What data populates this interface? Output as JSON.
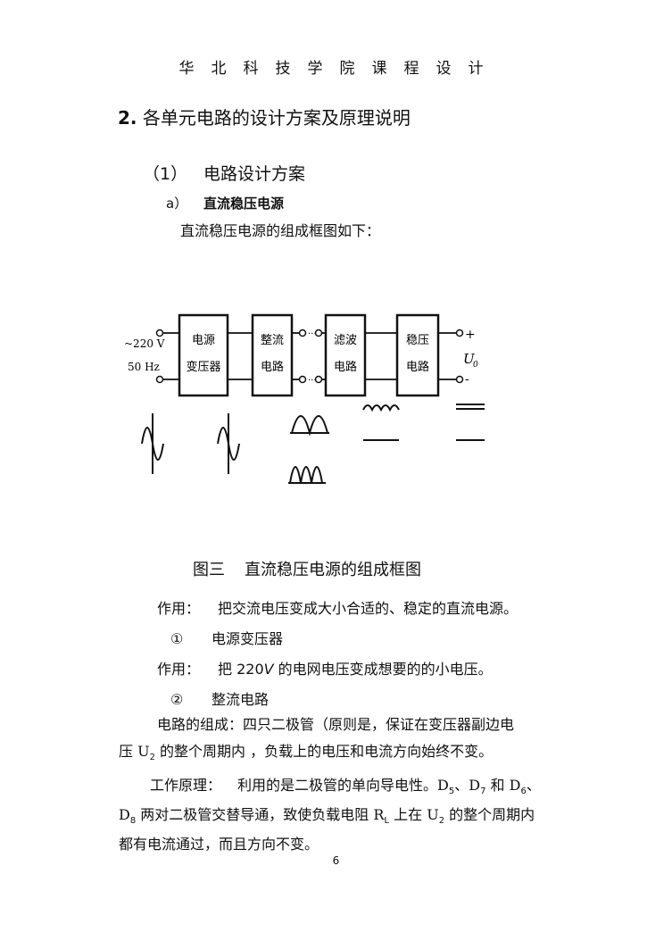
{
  "header": {
    "text": "华北科技学院课程设计"
  },
  "section": {
    "number": "2.",
    "title": "各单元电路的设计方案及原理说明"
  },
  "subsection": {
    "number": "（1）",
    "title": "电路设计方案"
  },
  "subsubsection": {
    "marker": "a）",
    "title": "直流稳压电源"
  },
  "intro": "直流稳压电源的组成框图如下：",
  "diagram": {
    "input_voltage": "~220 V",
    "input_freq": "50 Hz",
    "blocks": [
      {
        "line1": "电源",
        "line2": "变压器"
      },
      {
        "line1": "整流",
        "line2": "电路"
      },
      {
        "line1": "滤波",
        "line2": "电路"
      },
      {
        "line1": "稳压",
        "line2": "电路"
      }
    ],
    "plus": "+",
    "minus": "-",
    "output_symbol": "U",
    "output_sub": "0"
  },
  "caption": {
    "label": "图三",
    "text": "直流稳压电源的组成框图"
  },
  "func1": {
    "label": "作用：",
    "text": "把交流电压变成大小合适的、稳定的直流电源。"
  },
  "item1": {
    "marker": "①",
    "text": "电源变压器"
  },
  "func2": {
    "label": "作用：",
    "pre": "把 ",
    "value": "220",
    "unit": "V",
    "post": " 的电网电压变成想要的的小电压。"
  },
  "item2": {
    "marker": "②",
    "text": "整流电路"
  },
  "para1": {
    "line1": "电路的组成：四只二极管（原则是，保证在变压器副边电",
    "line2_pre": "压 U",
    "line2_sub": "2",
    "line2_post": " 的整个周期内 ，负载上的电压和电流方向始终不变。"
  },
  "para2": {
    "label": "工作原理：",
    "l1_pre": "利用的是二极管的单向导电性。D",
    "d5": "5",
    "l1_mid1": "、D",
    "d7": "7",
    "l1_mid2": " 和 D",
    "d6": "6",
    "l1_end": "、",
    "l2_pre": "D",
    "d8": "8",
    "l2_mid": " 两对二极管交替导通，致使负载电阻 R",
    "rl": "L",
    "l2_mid2": " 上在 U",
    "u2": "2",
    "l2_end": " 的整个周期内",
    "line3": "都有电流通过，而且方向不变。"
  },
  "page_number": "6"
}
